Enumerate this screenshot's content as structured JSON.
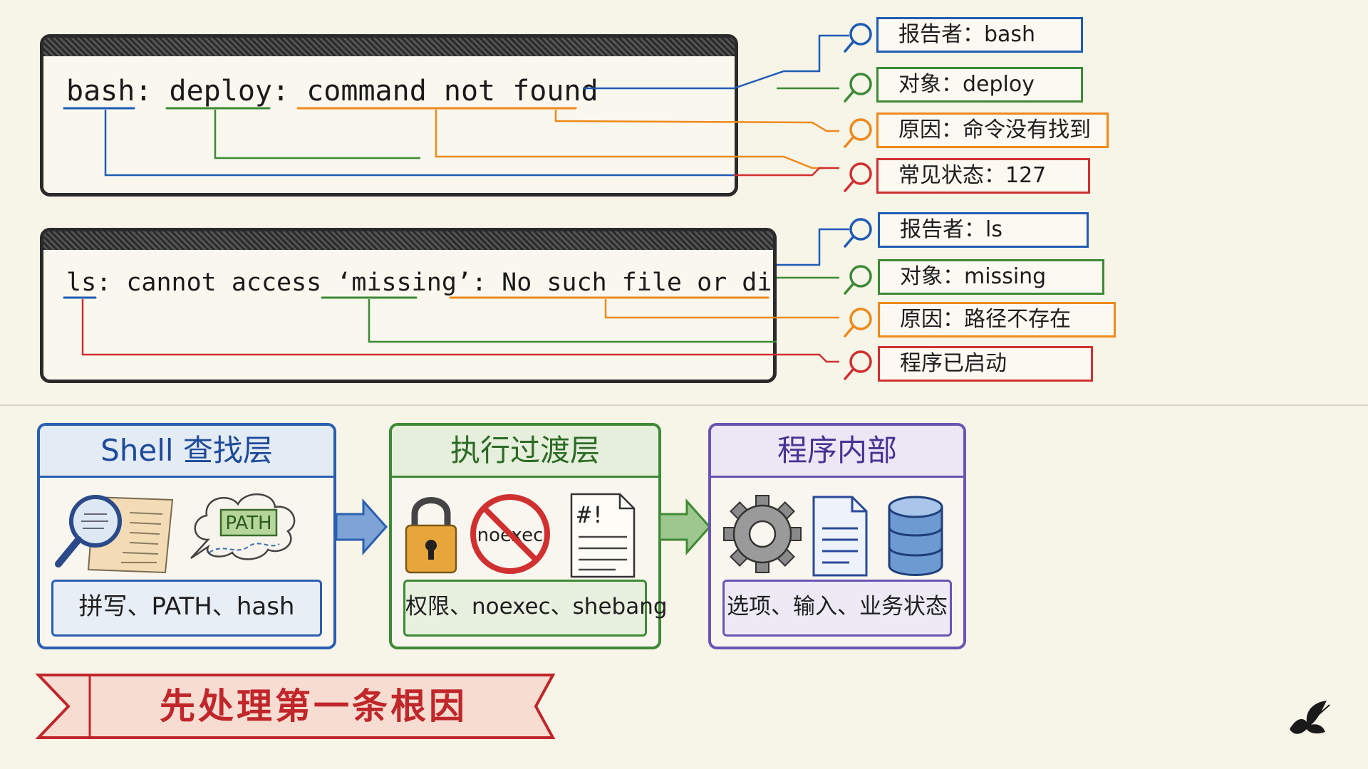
{
  "terminal1": {
    "prefix": "bash",
    "sep1": ":",
    "object": "deploy",
    "sep2": ":",
    "message": "command not found"
  },
  "terminal2": {
    "prefix": "ls",
    "sep1": ":",
    "middle": "cannot access",
    "object": "‘missing’",
    "sep2": ":",
    "message": "No such file or directory"
  },
  "callouts1": [
    {
      "text": "报告者：bash",
      "color": "#1f5bb5"
    },
    {
      "text": "对象：deploy",
      "color": "#3c8a35"
    },
    {
      "text": "原因：命令没有找到",
      "color": "#ee8a1a"
    },
    {
      "text": "常见状态：127",
      "color": "#d03030"
    }
  ],
  "callouts2": [
    {
      "text": "报告者：ls",
      "color": "#1f5bb5"
    },
    {
      "text": "对象：missing",
      "color": "#3c8a35"
    },
    {
      "text": "原因：路径不存在",
      "color": "#ee8a1a"
    },
    {
      "text": "程序已启动",
      "color": "#d03030"
    }
  ],
  "layers": [
    {
      "title": "Shell 查找层",
      "footer": "拼写、PATH、hash",
      "icon_text": "PATH",
      "icons": [
        "magnifier-document-icon",
        "path-cloud-icon"
      ]
    },
    {
      "title": "执行过渡层",
      "footer": "权限、noexec、shebang",
      "icon_text_1": "noexec",
      "icon_text_2": "#!",
      "icons": [
        "padlock-icon",
        "noexec-prohibited-icon",
        "shebang-document-icon"
      ]
    },
    {
      "title": "程序内部",
      "footer": "选项、输入、业务状态",
      "icons": [
        "gear-icon",
        "document-icon",
        "database-icon"
      ]
    }
  ],
  "banner": {
    "text": "先处理第一条根因",
    "color": "#c0262a"
  },
  "colors": {
    "blue": "#1f5bb5",
    "green": "#3c8a35",
    "orange": "#ee8a1a",
    "red": "#d03030",
    "purple": "#6a54b5"
  },
  "logo": "butterfly-logo-icon"
}
